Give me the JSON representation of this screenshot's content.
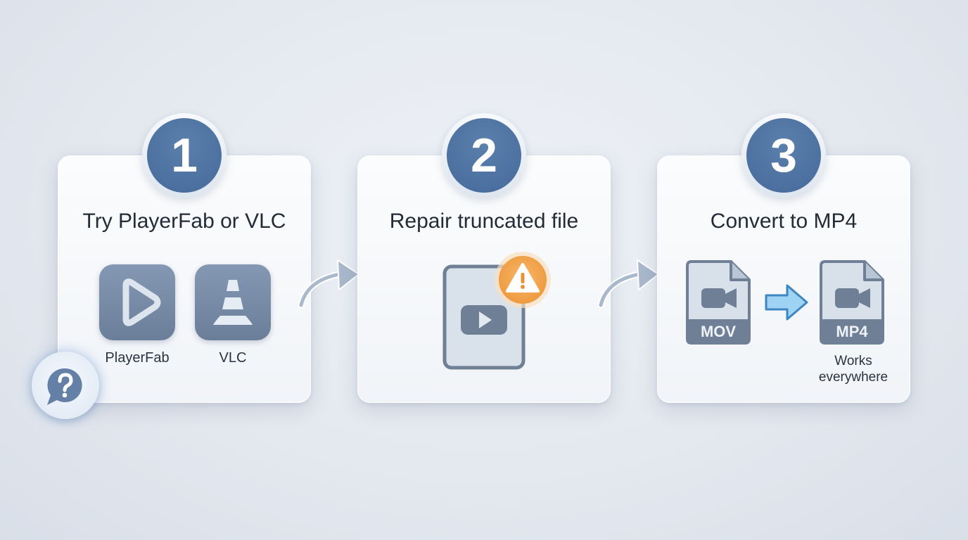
{
  "steps": [
    {
      "number": "1",
      "title": "Try PlayerFab or VLC",
      "apps": [
        {
          "label": "PlayerFab",
          "icon": "play-icon"
        },
        {
          "label": "VLC",
          "icon": "traffic-cone-icon"
        }
      ]
    },
    {
      "number": "2",
      "title": "Repair truncated file",
      "icons": [
        "video-file-icon",
        "warning-icon"
      ]
    },
    {
      "number": "3",
      "title": "Convert to MP4",
      "from_format": "MOV",
      "to_format": "MP4",
      "note": "Works everywhere"
    }
  ],
  "help_icon": "help-question-icon",
  "colors": {
    "badge": "#46699a",
    "tile": "#7085a2",
    "warning": "#f0a04b",
    "convert_arrow": "#8fc9ef",
    "connector": "#9fb0c5"
  }
}
